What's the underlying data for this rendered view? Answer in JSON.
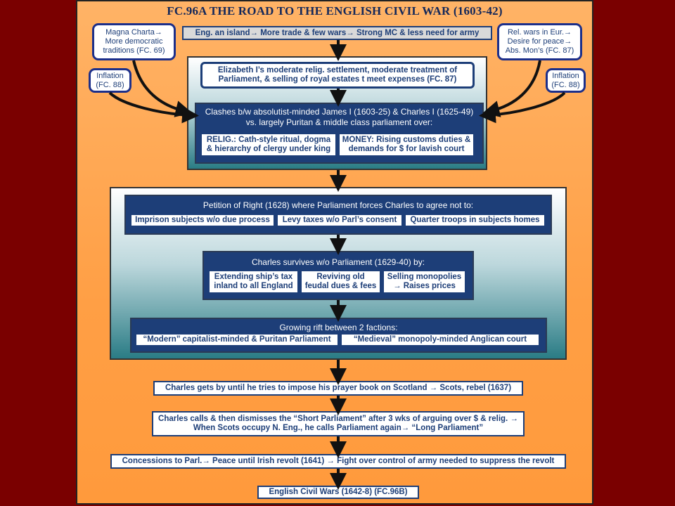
{
  "title": "FC.96A THE ROAD TO THE ENGLISH CIVIL WAR (1603-42)",
  "top_line": "Eng. an island→ More trade & few wars→ Strong MC & less need for army",
  "bubbles": {
    "magna": "Magna Charta→ More democratic traditions (FC. 69)",
    "inflation_left": "Inflation (FC. 88)",
    "relwars": "Rel. wars in Eur.→ Desire for peace→ Abs. Mon’s (FC. 87)",
    "inflation_right": "Inflation (FC. 88)"
  },
  "elizabeth": "Elizabeth I’s moderate relig. settlement, moderate treatment of Parliament, & selling of royal estates t meet expenses (FC. 87)",
  "clashes": {
    "header": "Clashes b/w absolutist-minded James I (1603-25)  & Charles  I (1625-49)  vs. largely Puritan & middle class parliament over:",
    "relig": "RELIG.: Cath-style ritual, dogma & hierarchy of clergy under king",
    "money": "MONEY: Rising customs duties & demands for $ for  lavish court"
  },
  "petition": {
    "header": "Petition of Right (1628) where Parliament forces Charles to agree not to:",
    "items": [
      "Imprison subjects w/o due process",
      "Levy taxes w/o Parl’s consent",
      "Quarter troops in subjects homes"
    ]
  },
  "survives": {
    "header": "Charles survives w/o Parliament (1629-40)  by:",
    "items": [
      "Extending ship’s tax inland to all England",
      "Reviving old feudal dues & fees",
      "Selling monopolies → Raises prices"
    ]
  },
  "rift": {
    "header": "Growing rift between 2 factions:",
    "items": [
      "“Modern” capitalist-minded & Puritan Parliament",
      "“Medieval” monopoly-minded Anglican court"
    ]
  },
  "prayerbook": "Charles gets by until he tries to impose his prayer book on Scotland → Scots, rebel (1637)",
  "shortparl": "Charles calls & then dismisses the “Short Parliament” after 3 wks of arguing over $ & relig. → When Scots occupy N. Eng., he calls Parliament again→ “Long Parliament”",
  "concessions": "Concessions to Parl.→ Peace until Irish revolt (1641) → Fight over control of army needed to suppress the revolt",
  "civilwars": "English Civil Wars (1642-8) (FC.96B)"
}
